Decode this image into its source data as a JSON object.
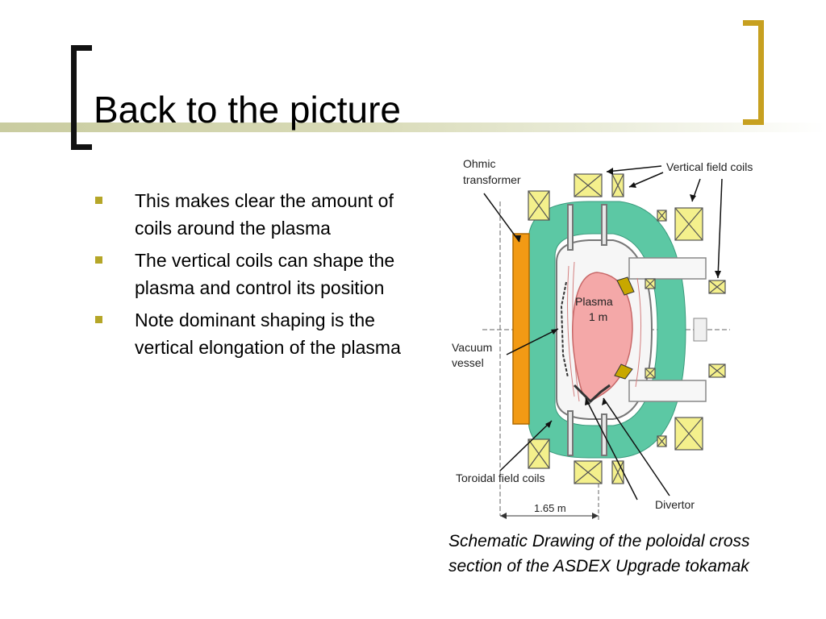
{
  "slide": {
    "title": "Back to the picture",
    "bullets": [
      "This makes clear the amount of coils around the plasma",
      "The vertical coils can shape the plasma and control its position",
      "Note dominant shaping is the vertical elongation of the plasma"
    ],
    "caption": {
      "line1": "Schematic Drawing of the poloidal cross",
      "line2": "section of the ASDEX Upgrade tokamak"
    }
  },
  "diagram": {
    "labels": {
      "ohmic_line1": "Ohmic",
      "ohmic_line2": "transformer",
      "vertical_field_coils": "Vertical field coils",
      "plasma": "Plasma",
      "plasma_size": "1 m",
      "vacuum_line1": "Vacuum",
      "vacuum_line2": "vessel",
      "toroidal_field_coils": "Toroidal field coils",
      "divertor": "Divertor",
      "radius": "1.65 m"
    },
    "colors": {
      "toroidal_coil": "#5cc8a4",
      "ohmic_transformer": "#f29a14",
      "plasma": "#f4a8a8",
      "coil_box": "#f4f08c",
      "divertor_tile": "#c8a800"
    }
  }
}
